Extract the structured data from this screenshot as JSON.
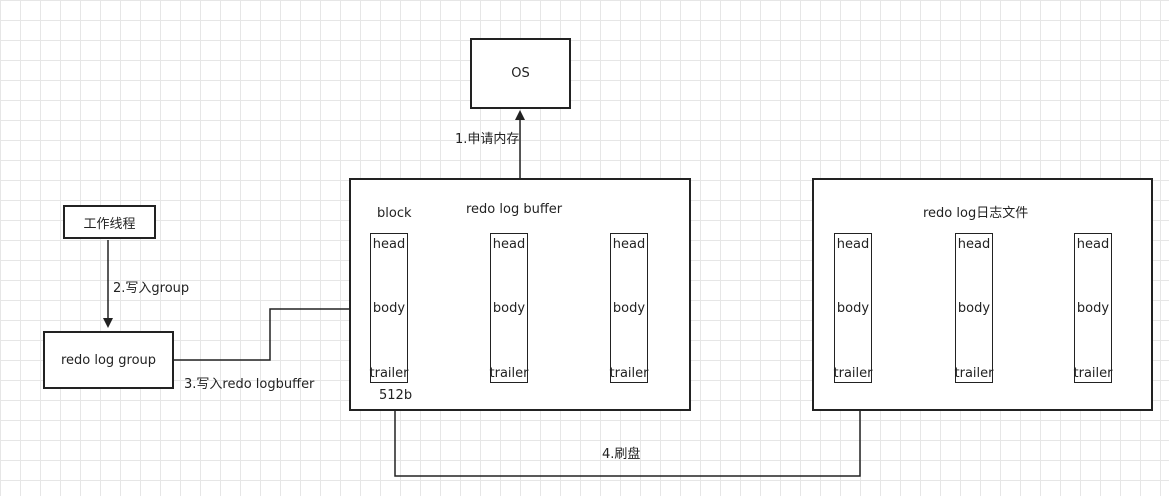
{
  "nodes": {
    "os": "OS",
    "worker_thread": "工作线程",
    "redo_log_group": "redo log group",
    "redo_log_buffer": "redo log buffer",
    "redo_log_file": "redo log日志文件"
  },
  "buffer": {
    "block_label": "block",
    "size_label": "512b"
  },
  "block_parts": {
    "head": "head",
    "body": "body",
    "trailer": "trailer"
  },
  "edges": {
    "step1": "1.申请内存",
    "step2": "2.写入group",
    "step3": "3.写入redo logbuffer",
    "step4": "4.刷盘"
  },
  "colors": {
    "stroke": "#222222",
    "grid": "#e6e6e6"
  }
}
